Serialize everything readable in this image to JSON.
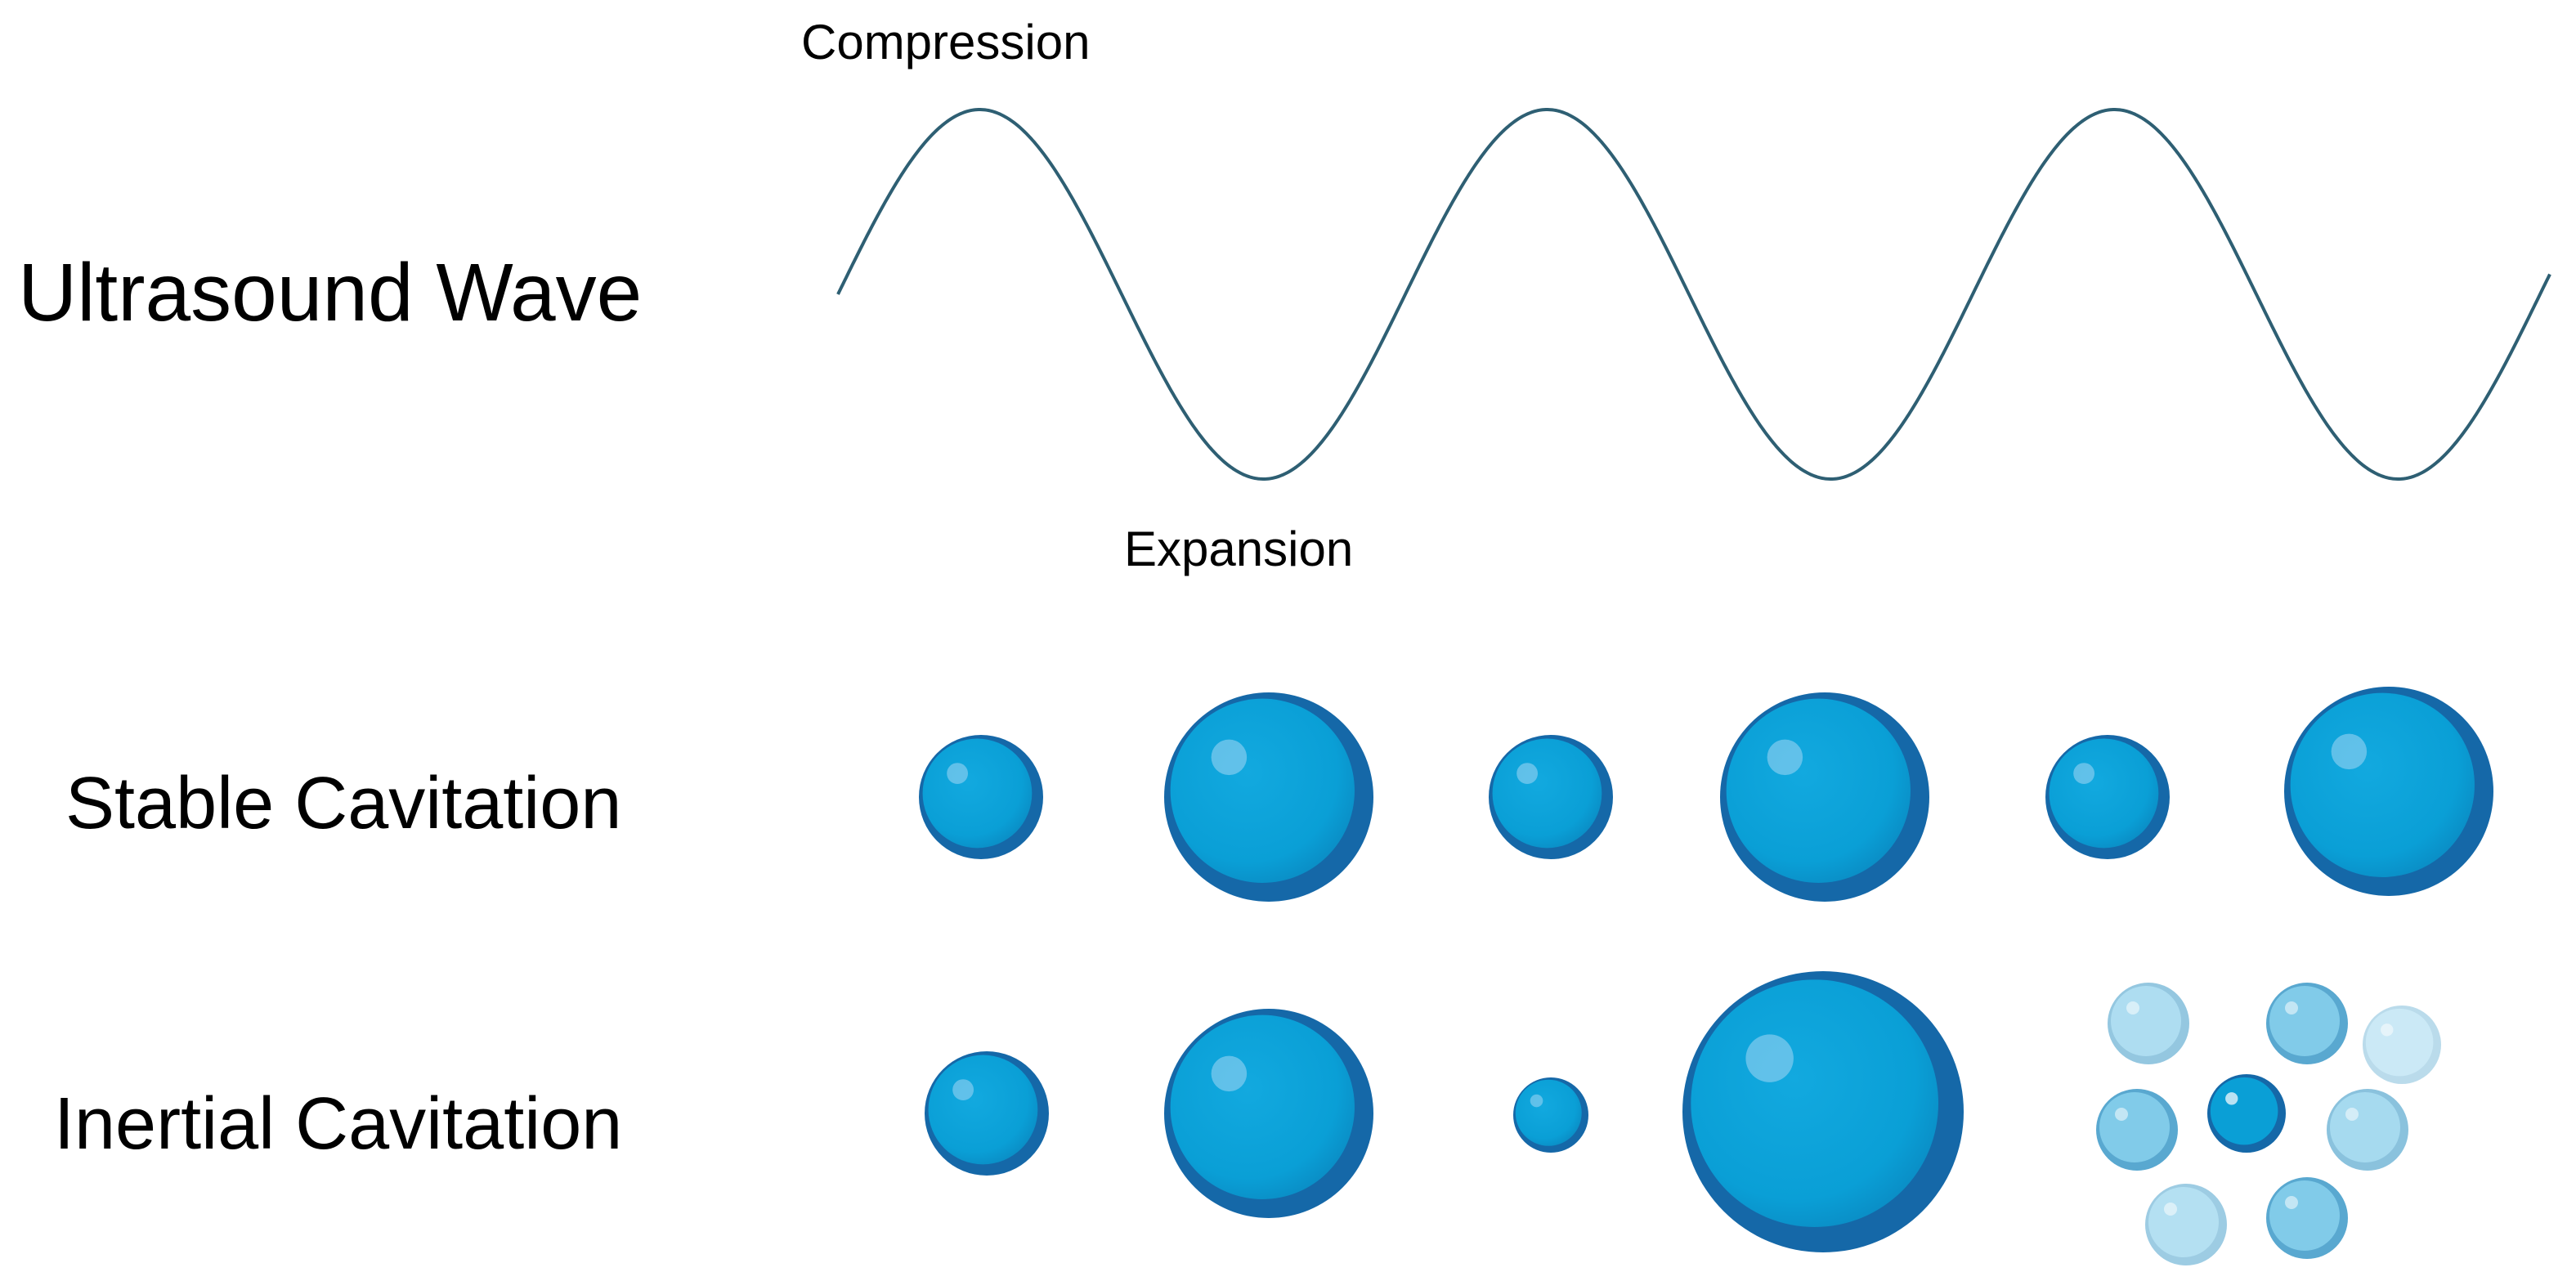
{
  "labels": {
    "compression": "Compression",
    "expansion": "Expansion",
    "ultrasound_wave": "Ultrasound Wave",
    "stable_cavitation": "Stable Cavitation",
    "inertial_cavitation": "Inertial Cavitation"
  },
  "colors": {
    "wave": "#2e5f73",
    "bubble_fill": "#0a9fd6",
    "bubble_rim": "#1568a8",
    "bubble_highlight": "#7cc9ee",
    "fragment_fill": "#6cc3e6",
    "fragment_rim": "#3d9ac8",
    "fragment_faint": "#b9e2f3"
  }
}
